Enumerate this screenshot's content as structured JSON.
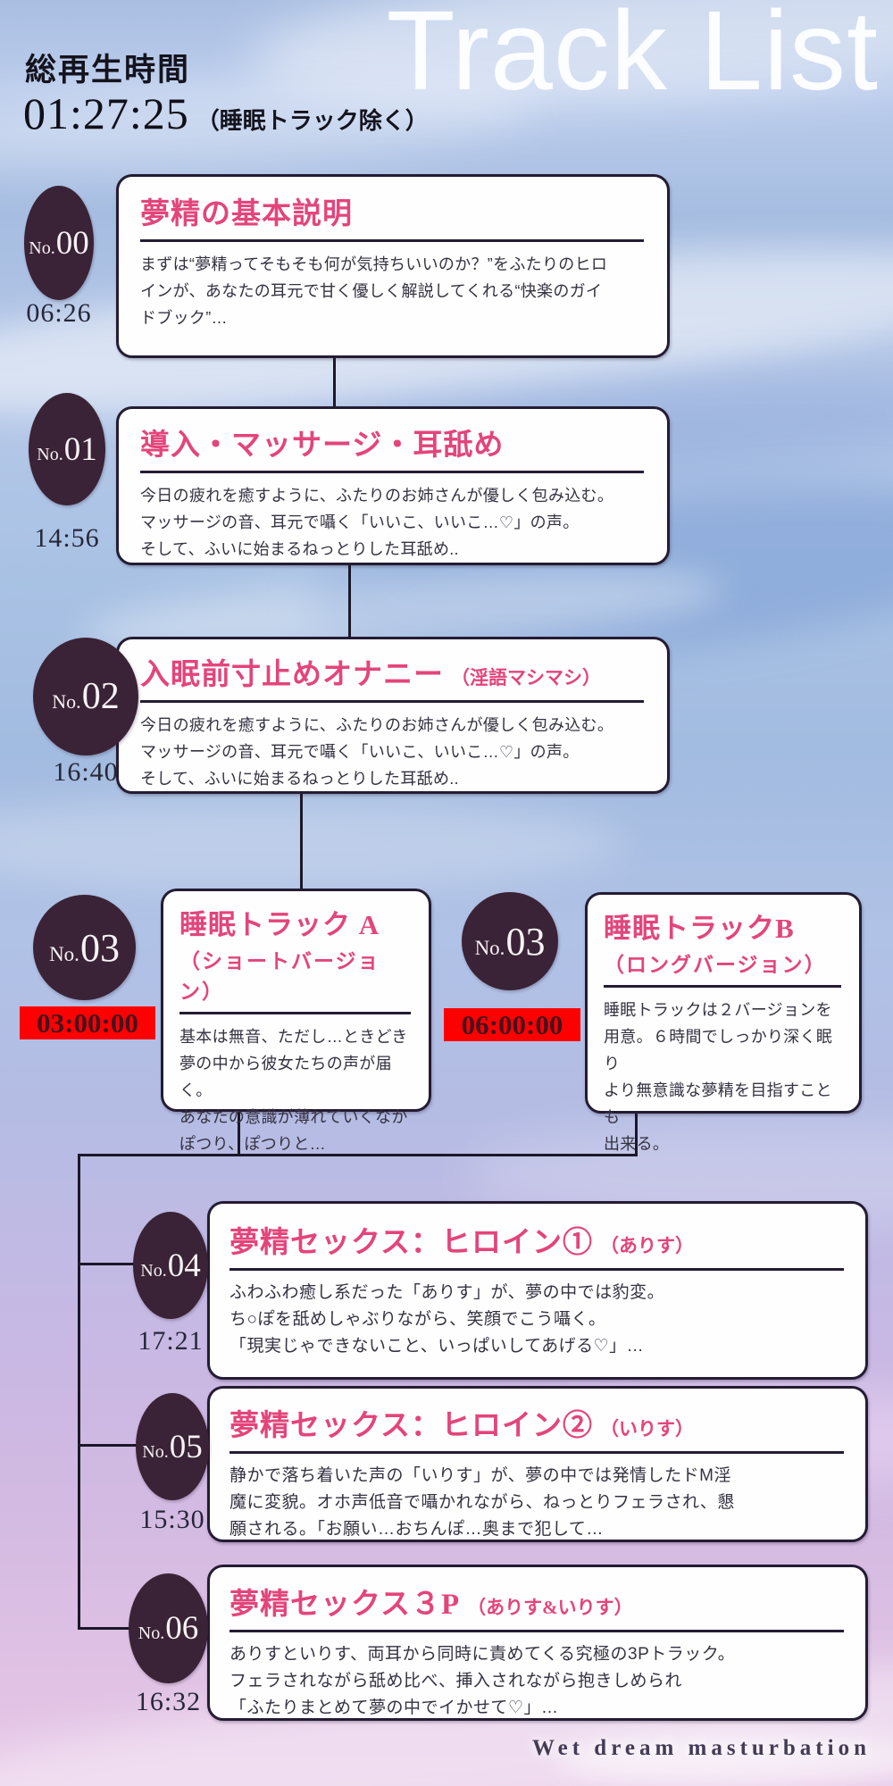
{
  "header": {
    "total_label": "総再生時間",
    "total_time": "01:27:25",
    "total_note": "（睡眠トラック除く）",
    "page_title": "Track List"
  },
  "footer": {
    "caption": "Wet dream masturbation"
  },
  "colors": {
    "accent_pink": "#e3457a",
    "badge_bg": "#3a2336",
    "time_highlight_bg": "#ff0000",
    "card_border": "#241c33",
    "connector": "#1c1828"
  },
  "tracks": [
    {
      "no_prefix": "No.",
      "no_number": "00",
      "time": "06:26",
      "highlighted": false,
      "title": "夢精の基本説明",
      "title_note": "",
      "subtitle": "",
      "body": "まずは“夢精ってそもそも何が気持ちいいのか？”をふたりのヒロ\nインが、あなたの耳元で甘く優しく解説してくれる“快楽のガイ\nドブック”…"
    },
    {
      "no_prefix": "No.",
      "no_number": "01",
      "time": "14:56",
      "highlighted": false,
      "title": "導入・マッサージ・耳舐め",
      "title_note": "",
      "subtitle": "",
      "body": "今日の疲れを癒すように、ふたりのお姉さんが優しく包み込む。\nマッサージの音、耳元で囁く「いいこ、いいこ…♡」の声。\nそして、ふいに始まるねっとりした耳舐め.."
    },
    {
      "no_prefix": "No.",
      "no_number": "02",
      "time": "16:40",
      "highlighted": false,
      "title": "入眠前寸止めオナニー",
      "title_note": "（淫語マシマシ）",
      "subtitle": "",
      "body": "今日の疲れを癒すように、ふたりのお姉さんが優しく包み込む。\nマッサージの音、耳元で囁く「いいこ、いいこ…♡」の声。\nそして、ふいに始まるねっとりした耳舐め.."
    },
    {
      "no_prefix": "No.",
      "no_number": "03",
      "time": "03:00:00",
      "highlighted": true,
      "title": "睡眠トラック A",
      "title_note": "",
      "subtitle": "（ショートバージョン）",
      "body": "基本は無音、ただし…ときどき\n夢の中から彼女たちの声が届く。\nあなたの意識が薄れていくなか\nぽつり、ぽつりと…"
    },
    {
      "no_prefix": "No.",
      "no_number": "03",
      "time": "06:00:00",
      "highlighted": true,
      "title": "睡眠トラックB",
      "title_note": "",
      "subtitle": "（ロングバージョン）",
      "body": "睡眠トラックは２バージョンを\n用意。６時間でしっかり深く眠り\nより無意識な夢精を目指すことも\n出来る。"
    },
    {
      "no_prefix": "No.",
      "no_number": "04",
      "time": "17:21",
      "highlighted": false,
      "title": "夢精セックス：ヒロイン①",
      "title_note": "（ありす）",
      "subtitle": "",
      "body": "ふわふわ癒し系だった「ありす」が、夢の中では豹変。\nち○ぽを舐めしゃぶりながら、笑顔でこう囁く。\n「現実じゃできないこと、いっぱいしてあげる♡」…"
    },
    {
      "no_prefix": "No.",
      "no_number": "05",
      "time": "15:30",
      "highlighted": false,
      "title": "夢精セックス：ヒロイン②",
      "title_note": "（いりす）",
      "subtitle": "",
      "body": "静かで落ち着いた声の「いりす」が、夢の中では発情したドM淫\n魔に変貌。オホ声低音で囁かれながら、ねっとりフェラされ、懇\n願される。「お願い…おちんぽ…奥まで犯して…"
    },
    {
      "no_prefix": "No.",
      "no_number": "06",
      "time": "16:32",
      "highlighted": false,
      "title": "夢精セックス３P",
      "title_note": "（ありす&いりす）",
      "subtitle": "",
      "body": "ありすといりす、両耳から同時に責めてくる究極の3Pトラック。\nフェラされながら舐め比べ、挿入されながら抱きしめられ\n「ふたりまとめて夢の中でイかせて♡」…"
    }
  ]
}
